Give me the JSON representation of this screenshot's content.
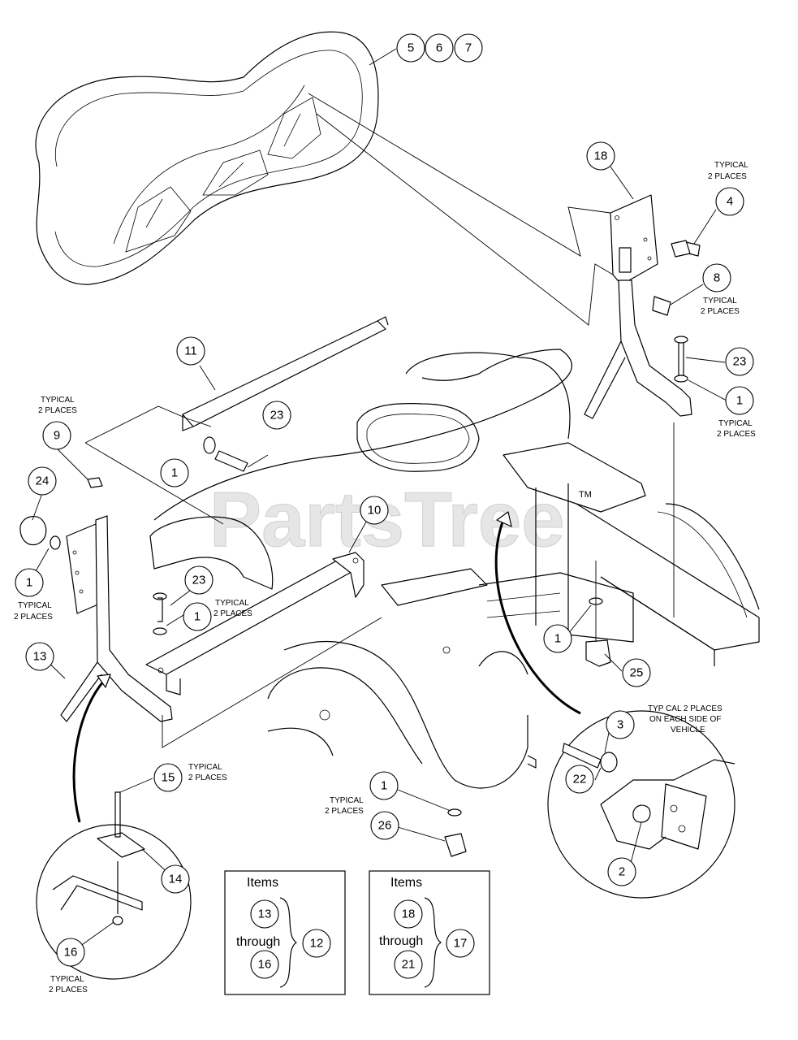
{
  "watermark": "PartsTree",
  "watermark_tm": "TM",
  "callouts": {
    "c5": "5",
    "c6": "6",
    "c7": "7",
    "c18": "18",
    "c4": "4",
    "c8": "8",
    "c23a": "23",
    "c1a": "1",
    "c11": "11",
    "c23b": "23",
    "c1b": "1",
    "c9": "9",
    "c24": "24",
    "c1c": "1",
    "c10": "10",
    "c23c": "23",
    "c1d": "1",
    "c13": "13",
    "c1e": "1",
    "c25": "25",
    "c15": "15",
    "c14": "14",
    "c16": "16",
    "c1f": "1",
    "c26": "26",
    "c3": "3",
    "c22": "22",
    "c2": "2"
  },
  "notes": {
    "typical_2_places": [
      "TYPICAL",
      "2 PLACES"
    ],
    "typ_2_places_top": [
      "TYPICAL",
      "2 PLACES"
    ],
    "typ_cal_each_side": [
      "TYP CAL 2 PLACES",
      "ON EACH SIDE OF",
      "VEHICLE"
    ]
  },
  "items_boxes": [
    {
      "title": "Items",
      "from": "13",
      "through_label": "through",
      "to": "16",
      "result": "12"
    },
    {
      "title": "Items",
      "from": "18",
      "through_label": "through",
      "to": "21",
      "result": "17"
    }
  ]
}
